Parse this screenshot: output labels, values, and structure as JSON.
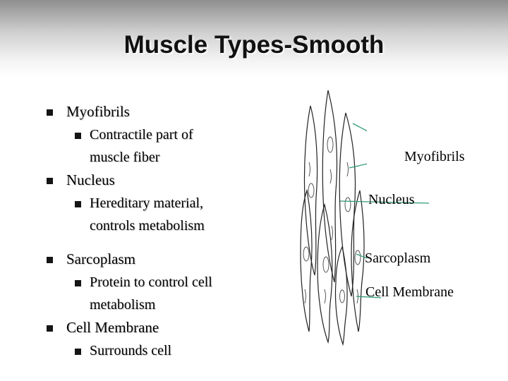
{
  "slide": {
    "title": "Muscle Types-Smooth"
  },
  "bullets": {
    "myofibrils": "Myofibrils",
    "myofibrils_sub": [
      "Contractile part of",
      "muscle fiber"
    ],
    "nucleus": "Nucleus",
    "nucleus_sub": [
      "Hereditary material,",
      "controls metabolism"
    ],
    "sarcoplasm": "Sarcoplasm",
    "sarcoplasm_sub": [
      "Protein to control cell",
      "metabolism"
    ],
    "membrane": "Cell Membrane",
    "membrane_sub": [
      "Surrounds cell"
    ]
  },
  "diagram": {
    "labels": {
      "myofibrils": "Myofibrils",
      "nucleus": "Nucleus",
      "sarcoplasm": "Sarcoplasm",
      "membrane": "Cell Membrane"
    },
    "leader_color": "#2f9a72"
  }
}
